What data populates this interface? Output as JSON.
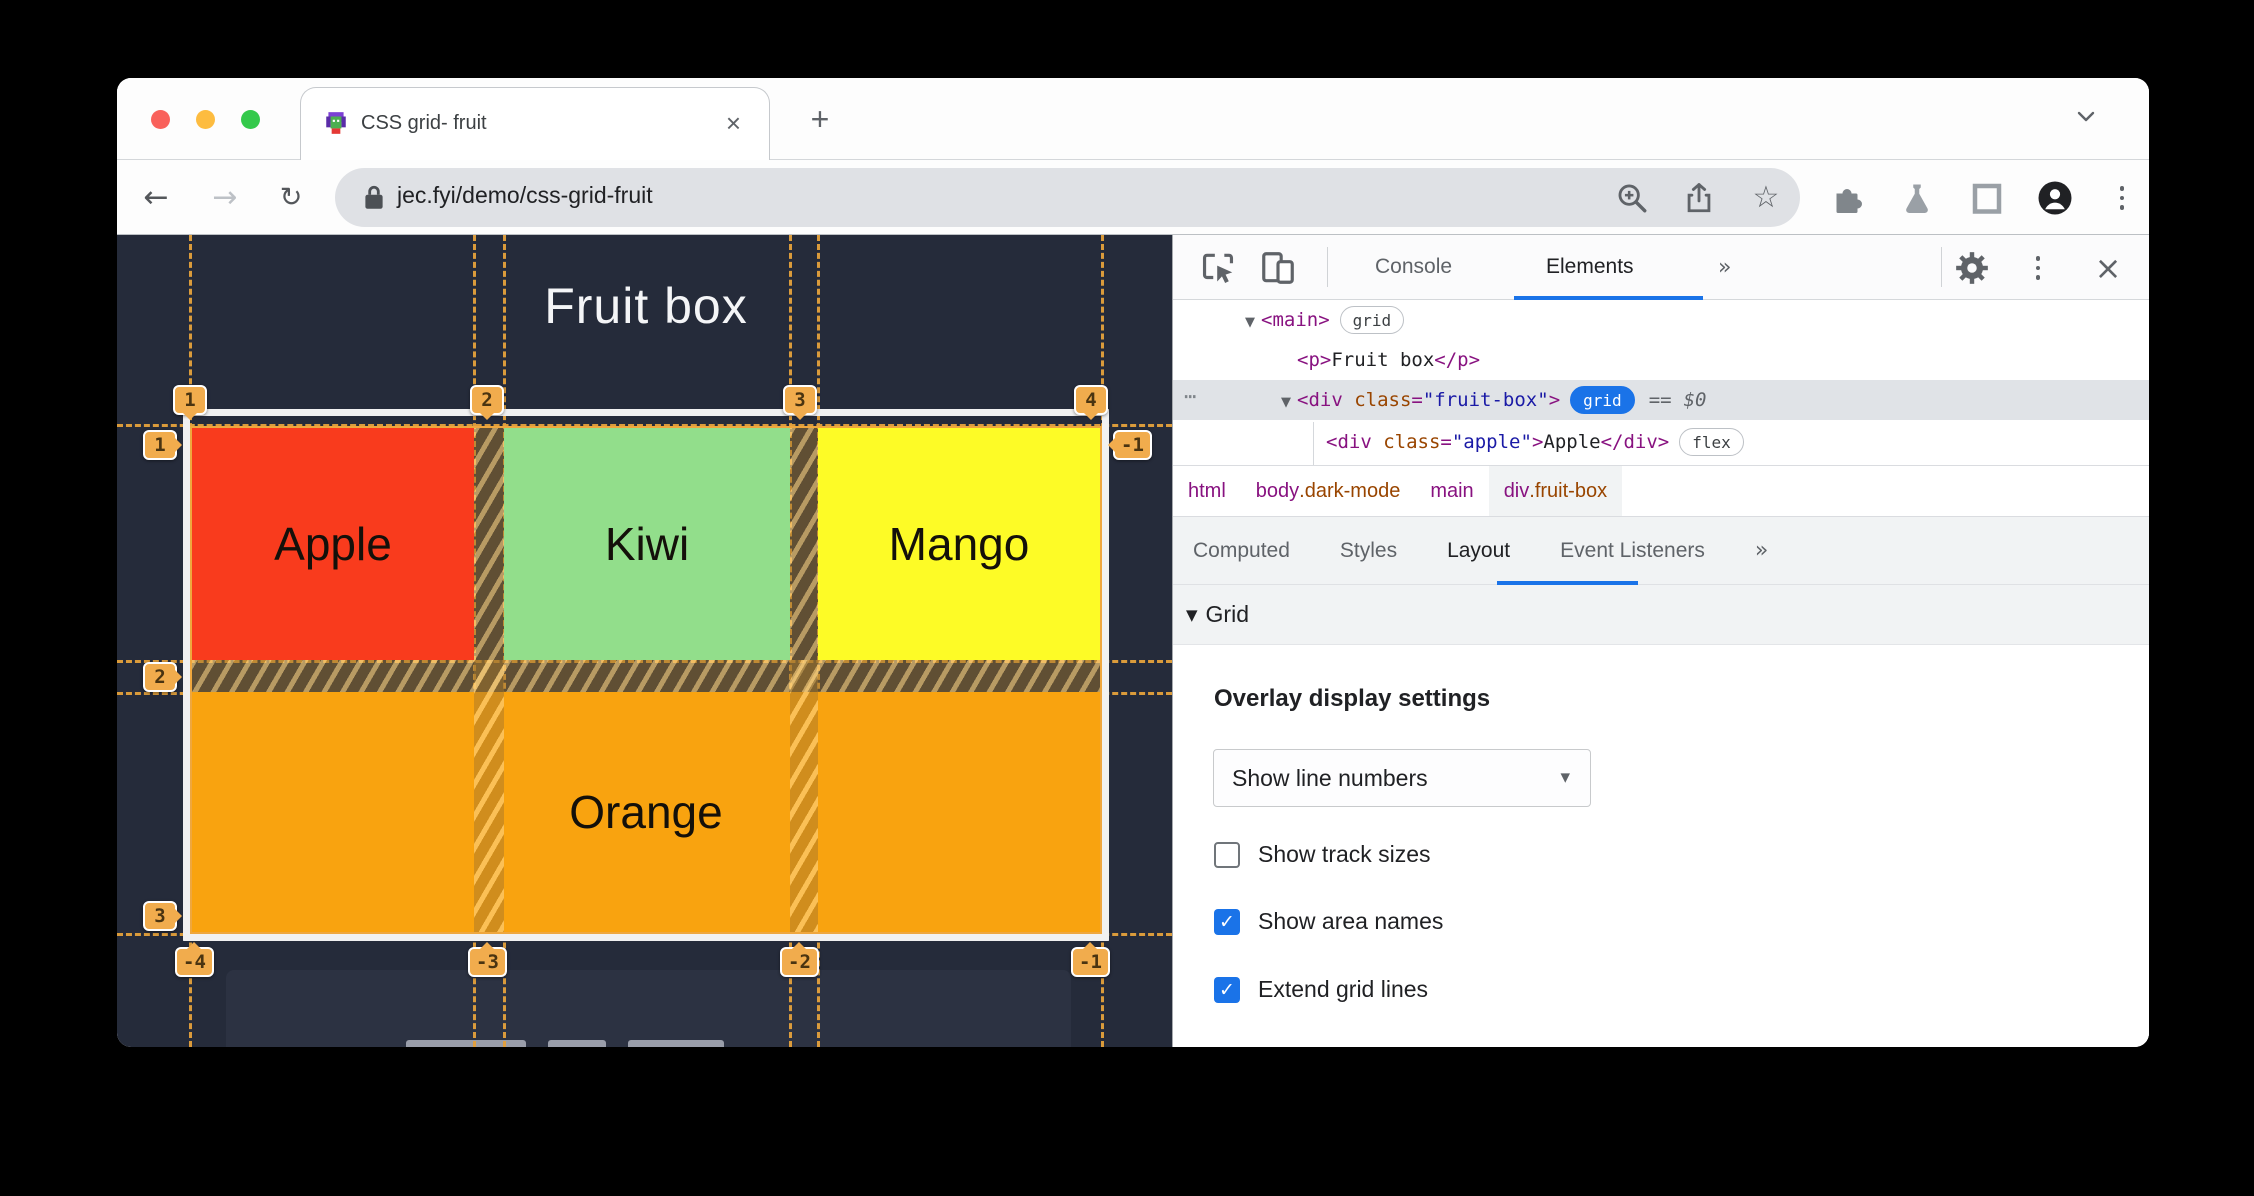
{
  "icons": {
    "disclosure": "▼",
    "caret": "▾",
    "check": "✓",
    "star": "☆",
    "back": "←",
    "forward": "→",
    "reload": "↻",
    "plus": "+",
    "close_tab": "×",
    "close_devtools": "×",
    "chevrons": "»",
    "dots": "⋯"
  },
  "browser": {
    "tab_title": "CSS grid- fruit",
    "url": "jec.fyi/demo/css-grid-fruit"
  },
  "page": {
    "title": "Fruit box",
    "fruits": {
      "apple": "Apple",
      "kiwi": "Kiwi",
      "mango": "Mango",
      "orange": "Orange"
    },
    "grid_labels": {
      "top": [
        "1",
        "2",
        "3",
        "4"
      ],
      "bottom": [
        "-4",
        "-3",
        "-2",
        "-1"
      ],
      "left": [
        "1",
        "2",
        "3"
      ],
      "right": [
        "-1"
      ]
    },
    "colors": {
      "background": "#252b3a",
      "apple": "#f93b1d",
      "kiwi": "#92de8b",
      "mango": "#fdfb26",
      "orange": "#f9a30f",
      "overlay_accent": "#e4a13c"
    }
  },
  "devtools": {
    "toolbar": {
      "console_tab": "Console",
      "elements_tab": "Elements",
      "more": "»"
    },
    "tree": {
      "r1": {
        "tag": "<main>",
        "badge": "grid"
      },
      "r2": {
        "open": "<p>",
        "text": "Fruit box",
        "close": "</p>"
      },
      "r3": {
        "tag_open": "<div",
        "attr": " class",
        "eq": "=",
        "value": "\"fruit-box\"",
        "bracket": ">",
        "badge": "grid",
        "equals": "==",
        "dollar": "$0"
      },
      "r4": {
        "tag_open": "<div",
        "attr": " class",
        "eq": "=",
        "value": "\"apple\"",
        "bracket": ">",
        "text": "Apple",
        "close": "</div>",
        "badge": "flex"
      }
    },
    "breadcrumbs": [
      {
        "tag": "html",
        "cls": ""
      },
      {
        "tag": "body",
        "cls": ".dark-mode"
      },
      {
        "tag": "main",
        "cls": ""
      },
      {
        "tag": "div",
        "cls": ".fruit-box"
      }
    ],
    "subtabs": [
      "Computed",
      "Styles",
      "Layout",
      "Event Listeners"
    ],
    "subtabs_more": "»",
    "grid_section_title": "Grid",
    "layout_pane": {
      "heading": "Overlay display settings",
      "dropdown_value": "Show line numbers",
      "checkboxes": [
        {
          "label": "Show track sizes",
          "checked": false
        },
        {
          "label": "Show area names",
          "checked": true
        },
        {
          "label": "Extend grid lines",
          "checked": true
        }
      ]
    }
  }
}
